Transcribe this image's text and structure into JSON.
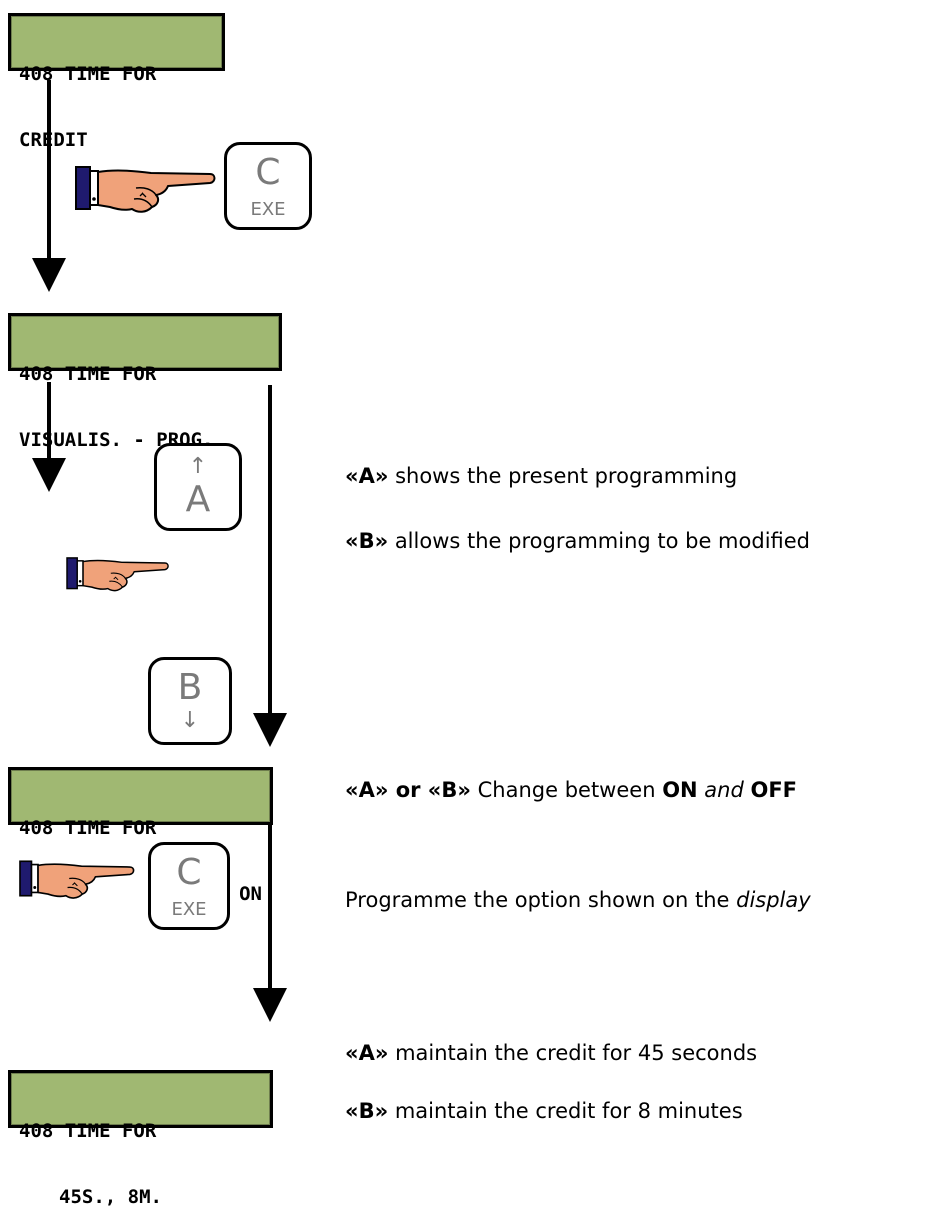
{
  "displays": [
    {
      "line1": "408 TIME FOR",
      "line2": "CREDIT"
    },
    {
      "line1": "408 TIME FOR",
      "line2": "VISUALIS. - PROG."
    },
    {
      "line1": "408 TIME FOR",
      "line2": "ON"
    },
    {
      "line1": "408 TIME FOR",
      "line2": "45S., 8M."
    }
  ],
  "keys": {
    "c_exe_top": {
      "main": "C",
      "sub": "EXE"
    },
    "a_key": {
      "main": "A",
      "arrow": "↑"
    },
    "b_key": {
      "main": "B",
      "arrow": "↓"
    },
    "c_exe_bottom": {
      "main": "C",
      "sub": "EXE"
    }
  },
  "notes": {
    "a_label": "«A»",
    "a_text": " shows the present programming",
    "b_label": "«B»",
    "b_text": " allows the programming to be modified",
    "ab_label": "«A» or «B»",
    "ab_text": " Change between ",
    "on": "ON",
    "and": " and ",
    "off": "OFF",
    "programme_text": "Programme the option shown on the ",
    "display_word": "display",
    "a2_label": "«A»",
    "a2_text": "  maintain the credit for 45 seconds",
    "b2_label": "«B»",
    "b2_text": " maintain the credit for 8 minutes"
  },
  "colors": {
    "lcd_background": "#a0b872",
    "sleeve": "#1f1a6e",
    "hand": "#f0a27a",
    "key_text": "#7a7a7a"
  },
  "icons": [
    "pointing-hand-icon",
    "down-arrow-icon"
  ]
}
